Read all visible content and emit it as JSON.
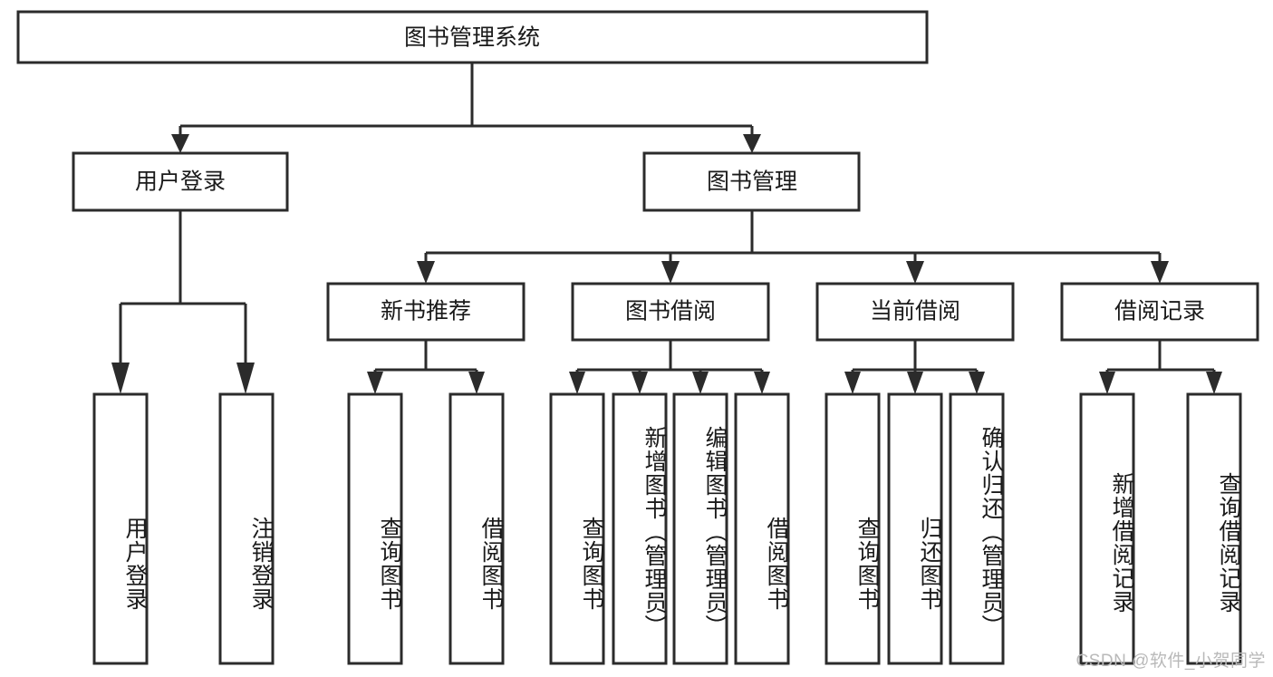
{
  "diagram": {
    "type": "tree-hierarchy",
    "title": "图书管理系统",
    "watermark": "CSDN @软件_小贺同学",
    "colors": {
      "stroke": "#2b2b2b",
      "fill": "#ffffff",
      "text": "#1a1a1a",
      "watermark": "#b9b9b9"
    },
    "levels": {
      "root": {
        "label": "图书管理系统"
      },
      "level2": [
        {
          "label": "用户登录"
        },
        {
          "label": "图书管理"
        }
      ],
      "level3": [
        {
          "label": "新书推荐"
        },
        {
          "label": "图书借阅"
        },
        {
          "label": "当前借阅"
        },
        {
          "label": "借阅记录"
        }
      ],
      "leaves_user_login": [
        {
          "label": "用户登录"
        },
        {
          "label": "注销登录"
        }
      ],
      "leaves_new_book": [
        {
          "label": "查询图书"
        },
        {
          "label": "借阅图书"
        }
      ],
      "leaves_borrow": [
        {
          "label": "查询图书"
        },
        {
          "label": "新增图书（管理员）"
        },
        {
          "label": "编辑图书（管理员）"
        },
        {
          "label": "借阅图书"
        }
      ],
      "leaves_current": [
        {
          "label": "查询图书"
        },
        {
          "label": "归还图书"
        },
        {
          "label": "确认归还（管理员）"
        }
      ],
      "leaves_records": [
        {
          "label": "新增借阅记录"
        },
        {
          "label": "查询借阅记录"
        }
      ]
    }
  }
}
